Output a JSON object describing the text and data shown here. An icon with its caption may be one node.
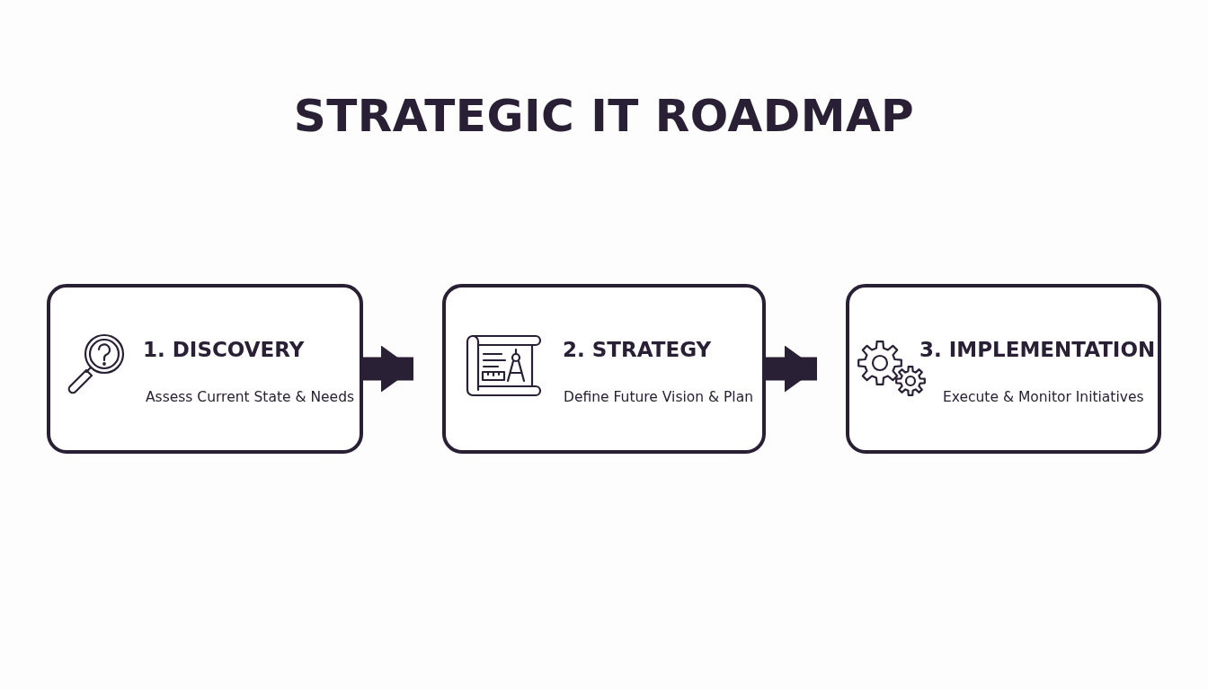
{
  "diagram": {
    "title": "STRATEGIC IT ROADMAP",
    "nodes": [
      {
        "text": [
          "1. DISCOVERY",
          "Assess Current State & Needs"
        ]
      },
      {
        "text": [
          "2. STRATEGY",
          "Define Future Vision & Plan"
        ]
      },
      {
        "text": [
          "3. IMPLEMENTATION",
          "Execute & Monitor Initiatives"
        ]
      }
    ],
    "edges": [
      {
        "from": 0,
        "to": 1,
        "arrow": "to"
      },
      {
        "from": 1,
        "to": 2,
        "arrow": "to"
      }
    ]
  }
}
